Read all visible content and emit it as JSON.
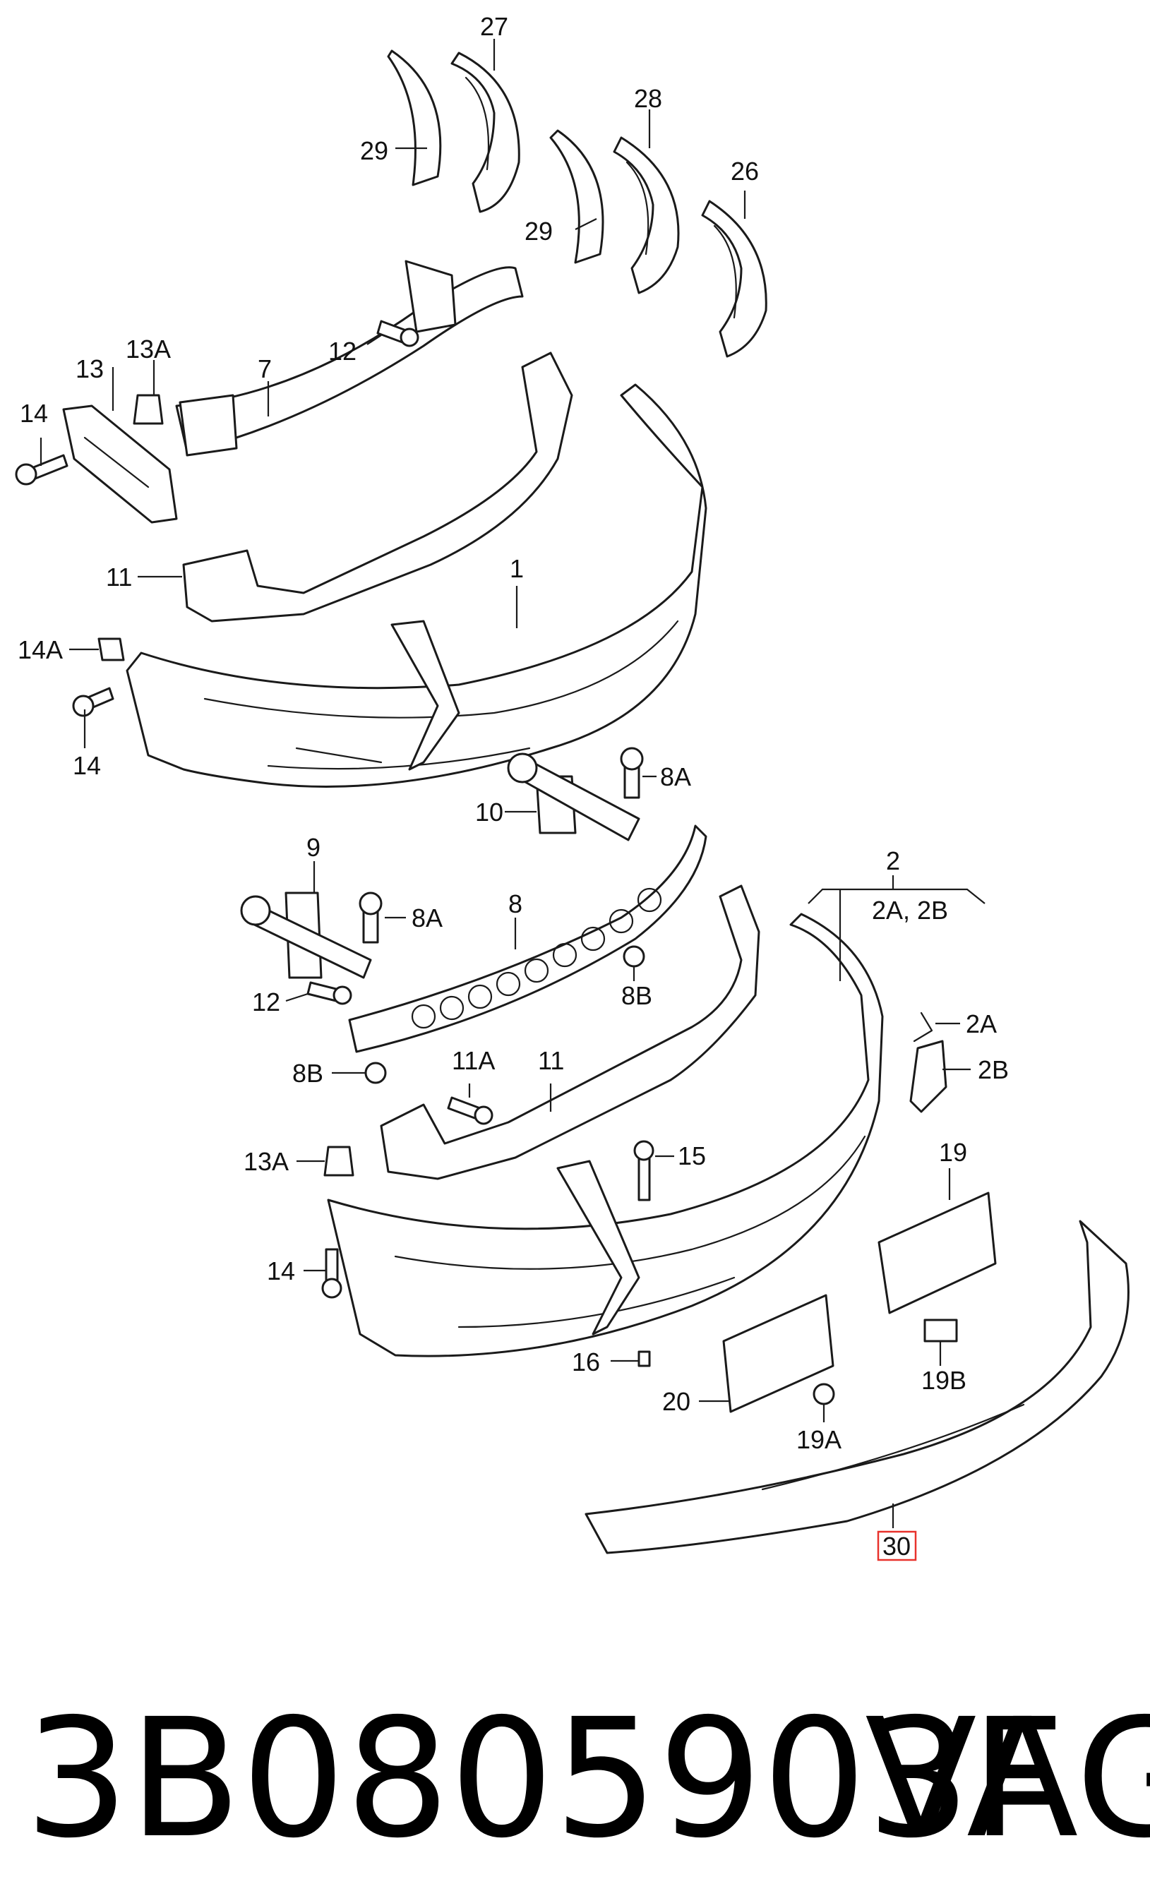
{
  "labels": {
    "l27": "27",
    "l29a": "29",
    "l28": "28",
    "l29b": "29",
    "l26": "26",
    "l12a": "12",
    "l13": "13",
    "l13A_top": "13A",
    "l7": "7",
    "l14a": "14",
    "l11a": "11",
    "l1": "1",
    "l14A": "14A",
    "l14b": "14",
    "l8A_a": "8A",
    "l10": "10",
    "l9": "9",
    "l8A_b": "8A",
    "l8": "8",
    "l8B_a": "8B",
    "l12b": "12",
    "l8B_b": "8B",
    "l11A": "11A",
    "l11b": "11",
    "l2": "2",
    "l2A2B": "2A,  2B",
    "l2A": "2A",
    "l2B": "2B",
    "l13A_bot": "13A",
    "l15": "15",
    "l19": "19",
    "l14c": "14",
    "l16": "16",
    "l20": "20",
    "l19A": "19A",
    "l19B": "19B",
    "l30": "30"
  },
  "highlight": {
    "part": "30",
    "color": "#e8322c"
  },
  "footer": {
    "part_number": "3B0805903F",
    "brand": "VAG"
  }
}
